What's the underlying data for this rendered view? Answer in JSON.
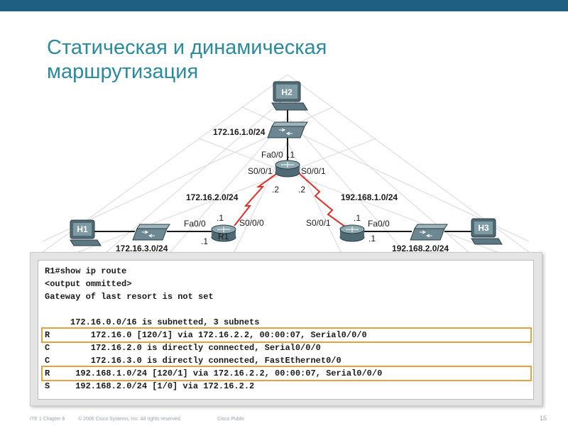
{
  "slide": {
    "title_line1": "Статическая и динамическая",
    "title_line2": "маршрутизация"
  },
  "topology": {
    "hosts": {
      "h1": "H1",
      "h2": "H2",
      "h3": "H3"
    },
    "routers": {
      "r1": "R1"
    },
    "networks": {
      "top_lan": "172.16.1.0/24",
      "left_lan": "172.16.3.0/24",
      "right_lan": "192.168.2.0/24",
      "left_serial": "172.16.2.0/24",
      "right_serial": "192.168.1.0/24"
    },
    "interfaces": {
      "r2_fa": "Fa0/0",
      "r2_fa_host": ".1",
      "r2_s1": "S0/0/1",
      "r2_s0": "S0/0/1",
      "r2_left_host": ".2",
      "r2_right_host": ".2",
      "r1_fa": "Fa0/0",
      "r1_s0": "S0/0/0",
      "r1_top_host": ".1",
      "r1_lan_host": ".1",
      "r3_s0": "S0/0/1",
      "r3_fa": "Fa0/0",
      "r3_top_host": ".1",
      "r3_lan_host": ".1"
    },
    "colors": {
      "serial_link": "#e0302a",
      "device": "#4f6a75",
      "device_face": "#7e9aa3"
    }
  },
  "console": {
    "lines": [
      {
        "text": "R1#show ip route",
        "highlight": false
      },
      {
        "text": "<output ommitted>",
        "highlight": false
      },
      {
        "text": "Gateway of last resort is not set",
        "highlight": false
      },
      {
        "text": "",
        "highlight": false
      },
      {
        "text": "     172.16.0.0/16 is subnetted, 3 subnets",
        "highlight": false
      },
      {
        "text": "R        172.16.0 [120/1] via 172.16.2.2, 00:00:07, Serial0/0/0",
        "highlight": true
      },
      {
        "text": "C        172.16.2.0 is directly connected, Serial0/0/0",
        "highlight": false
      },
      {
        "text": "C        172.16.3.0 is directly connected, FastEthernet0/0",
        "highlight": false
      },
      {
        "text": "R     192.168.1.0/24 [120/1] via 172.16.2.2, 00:00:07, Serial0/0/0",
        "highlight": true
      },
      {
        "text": "S     192.168.2.0/24 [1/0] via 172.16.2.2",
        "highlight": false
      }
    ],
    "highlight_color": "#e9a23b"
  },
  "footer": {
    "course": "ITE 1 Chapter 6",
    "copyright": "© 2006 Cisco Systems, Inc. All rights reserved.",
    "classification": "Cisco Public",
    "page": "15"
  }
}
